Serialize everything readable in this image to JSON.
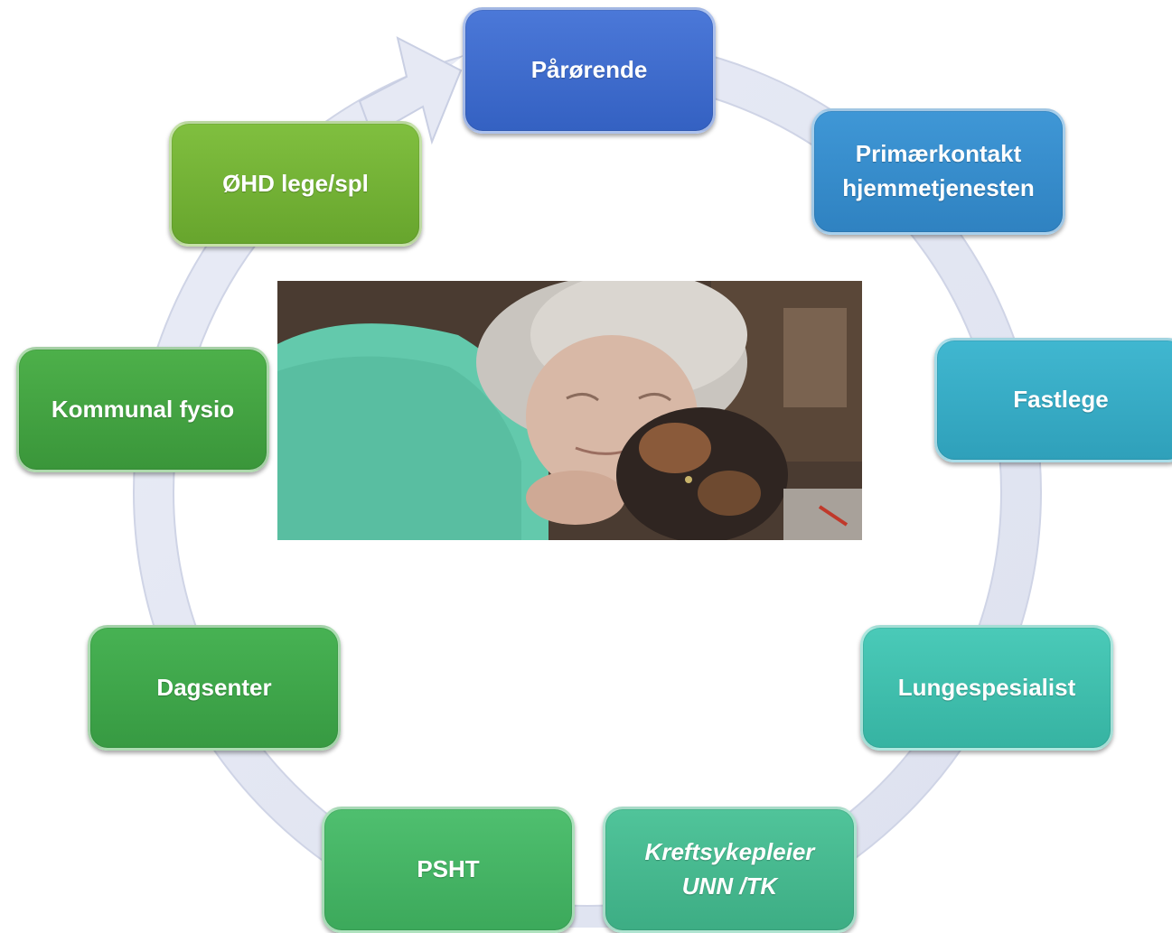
{
  "diagram": {
    "nodes": [
      {
        "id": "parorende",
        "label": "Pårørende"
      },
      {
        "id": "primaerkontakt",
        "label": "Primærkontakt\nhjemmetjenesten"
      },
      {
        "id": "fastlege",
        "label": "Fastlege"
      },
      {
        "id": "lungespesialist",
        "label": "Lungespesialist"
      },
      {
        "id": "kreftsykepleier",
        "label": "Kreftsykepleier\nUNN /TK"
      },
      {
        "id": "psht",
        "label": "PSHT"
      },
      {
        "id": "dagsenter",
        "label": "Dagsenter"
      },
      {
        "id": "kommunal_fysio",
        "label": "Kommunal fysio"
      },
      {
        "id": "ohd",
        "label": "ØHD lege/spl"
      }
    ],
    "ring_color": "#e4e7f3",
    "center_image": "elderly-woman-hugging-cat-photo"
  }
}
